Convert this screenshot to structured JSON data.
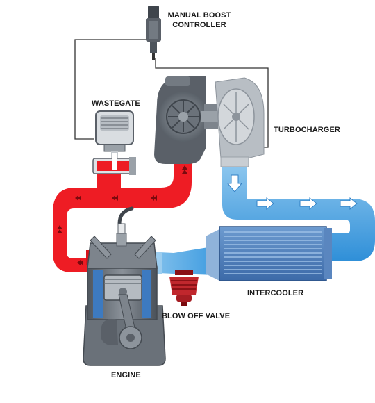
{
  "labels": {
    "manual_boost_controller_line1": "MANUAL BOOST",
    "manual_boost_controller_line2": "CONTROLLER",
    "wastegate": "WASTEGATE",
    "turbocharger": "TURBOCHARGER",
    "intercooler": "INTERCOOLER",
    "blow_off_valve": "BLOW OFF VALVE",
    "engine": "ENGINE"
  },
  "colors": {
    "hot_exhaust": "#ee1c24",
    "cold_intake": "#3d9be0",
    "cold_intake_light": "#8fc8ef",
    "metal_dark": "#5a6068",
    "metal_mid": "#8d949c",
    "metal_light": "#c4c9ce",
    "intercooler_core": "#4f7fb8",
    "blow_off_valve": "#c0272d",
    "line": "#333333"
  },
  "icons": {
    "flow_arrow": "chevron-arrow",
    "piston": "piston-icon",
    "spark_plug": "spark-plug-icon"
  }
}
